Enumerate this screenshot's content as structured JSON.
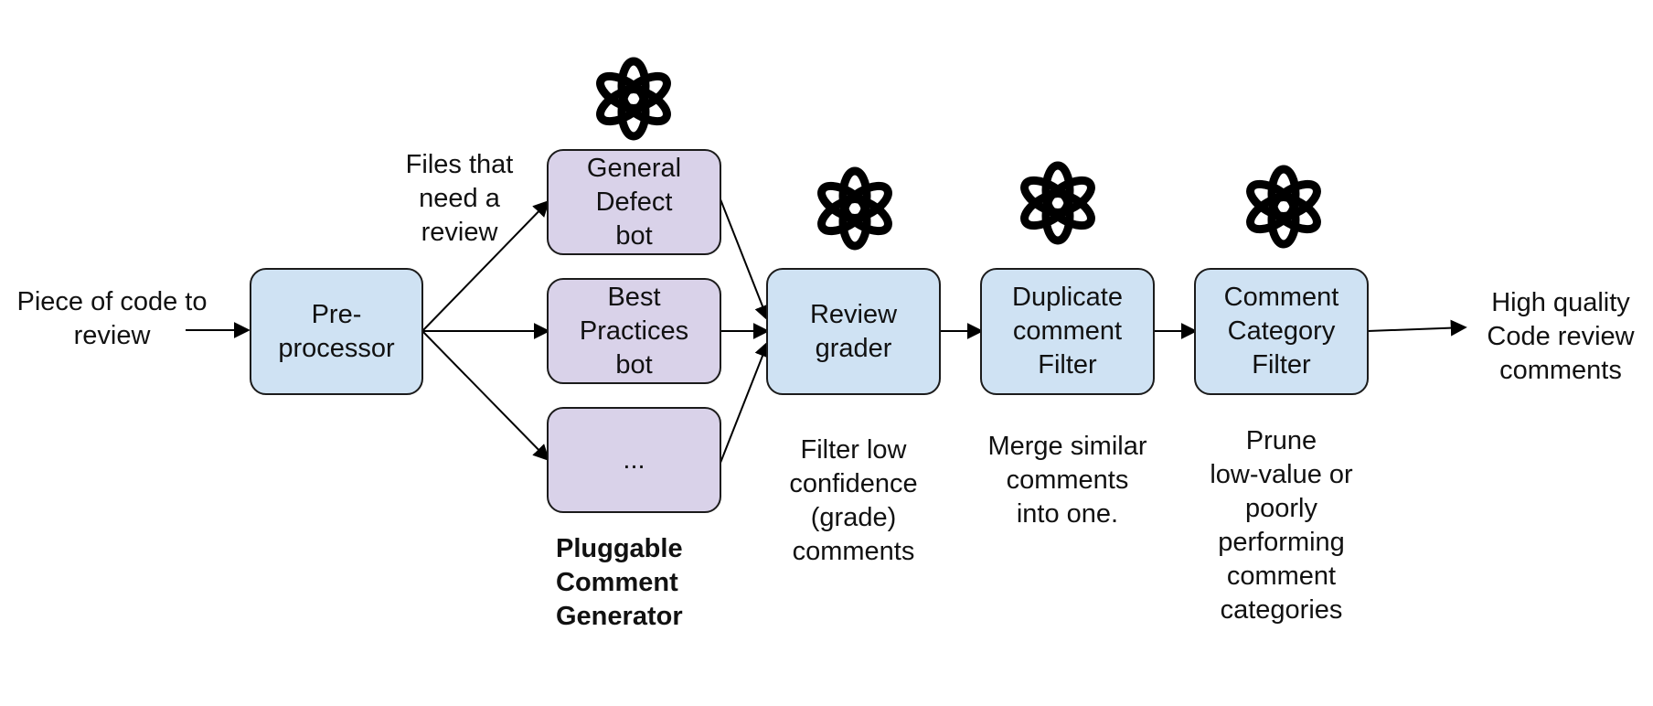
{
  "diagram": {
    "input_label": "Piece of code to\nreview",
    "files_label": "Files that\nneed a\nreview",
    "output_label": "High quality\nCode review\ncomments",
    "nodes": {
      "preprocessor": "Pre-\nprocessor",
      "general_defect_bot": "General\nDefect\nbot",
      "best_practices_bot": "Best\nPractices\nbot",
      "more_bots": "...",
      "review_grader": "Review\ngrader",
      "duplicate_filter": "Duplicate\ncomment\nFilter",
      "category_filter": "Comment\nCategory\nFilter"
    },
    "generator_caption": "Pluggable\nComment\nGenerator",
    "notes": {
      "review_grader": "Filter low\nconfidence\n(grade)\ncomments",
      "duplicate_filter": "Merge similar\ncomments\ninto one.",
      "category_filter": "Prune\nlow-value or\npoorly\nperforming\ncomment\ncategories"
    },
    "colors": {
      "blue_node": "#cfe2f3",
      "purple_node": "#d9d2e9",
      "stroke": "#1b1b1b"
    },
    "icons": [
      "openai-logo-icon",
      "openai-logo-icon",
      "openai-logo-icon",
      "openai-logo-icon"
    ]
  }
}
